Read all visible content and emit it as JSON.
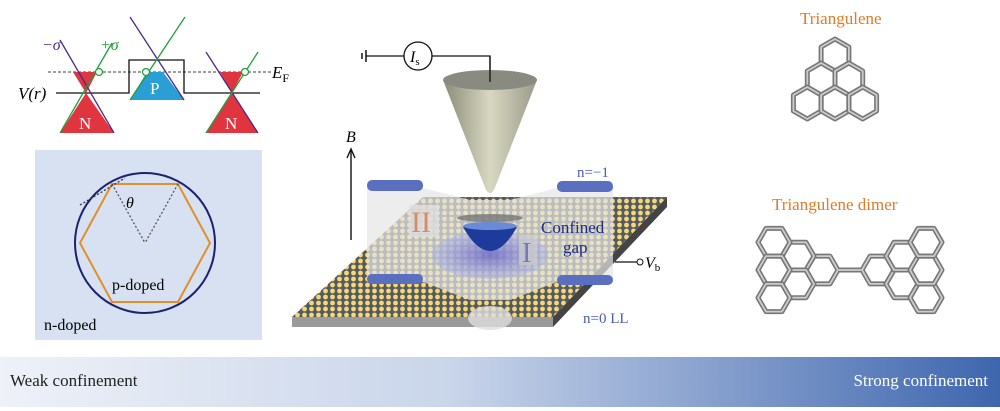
{
  "band_diagram": {
    "minus_sigma": "−σ",
    "plus_sigma": "+σ",
    "fermi_level": "E",
    "fermi_sub": "F",
    "potential_label": "V(r)",
    "regions": [
      "N",
      "P",
      "N"
    ]
  },
  "orbit_inset": {
    "theta": "θ",
    "inner_label": "p-doped",
    "outer_label": "n-doped"
  },
  "stm_schematic": {
    "current": "I",
    "current_sub": "s",
    "field": "B",
    "bias": "V",
    "bias_sub": "b",
    "region_two": "II",
    "region_one": "I",
    "confined_line1": "Confined",
    "confined_line2": "gap",
    "level_top": "n=−1",
    "level_bottom": "n=0 LL"
  },
  "molecules": {
    "triangulene_title": "Triangulene",
    "dimer_title": "Triangulene dimer"
  },
  "confinement_bar": {
    "weak_label": "Weak confinement",
    "strong_label": "Strong confinement"
  },
  "colors": {
    "orange": "#e07b2a",
    "red": "#e0343e",
    "blue_p": "#2a9fd6",
    "green": "#1fa03a",
    "purple": "#4b2a8c",
    "inset_bg": "#d7e1f2",
    "electrode": "#5a6fbf"
  }
}
